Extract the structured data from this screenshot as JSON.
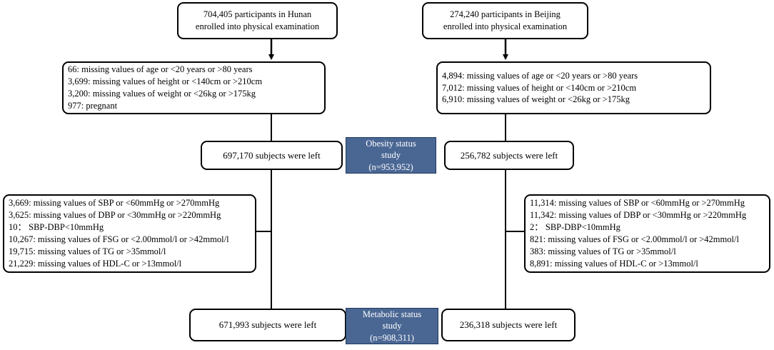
{
  "hunan": {
    "enrolled": [
      "704,405 participants in Hunan",
      "enrolled into physical examination"
    ],
    "exclusions_anthro": [
      "66: missing values of  age or <20 years or >80 years",
      "3,699: missing values of height or <140cm or >210cm",
      "3,200: missing values of weight or <26kg or >175kg",
      "977: pregnant"
    ],
    "left_after_anthro": "697,170 subjects were left",
    "exclusions_metabolic": [
      "3,669: missing values of SBP or  <60mmHg or >270mmHg",
      "3,625: missing values of DBP or  <30mmHg or >220mmHg",
      "10：  SBP-DBP<10mmHg",
      "10,267: missing values of FSG or  <2.00mmol/l or >42mmol/l",
      "19,715: missing values of TG or >35mmol/l",
      "21,229: missing values of HDL-C or >13mmol/l"
    ],
    "left_after_metabolic": "671,993 subjects were left"
  },
  "beijing": {
    "enrolled": [
      "274,240 participants in Beijing",
      "enrolled into physical examination"
    ],
    "exclusions_anthro": [
      "4,894: missing values of  age or <20 years or >80 years",
      "7,012: missing values of height or <140cm or >210cm",
      "6,910: missing values of weight or <26kg or >175kg"
    ],
    "left_after_anthro": "256,782 subjects were left",
    "exclusions_metabolic": [
      "11,314: missing values of SBP or  <60mmHg or >270mmHg",
      "11,342: missing values of DBP or  <30mmHg or >220mmHg",
      "2：  SBP-DBP<10mmHg",
      "821: missing values of FSG or  <2.00mmol/l or >42mmol/l",
      "383: missing values of TG or >35mmol/l",
      "8,891: missing values of HDL-C or >13mmol/l"
    ],
    "left_after_metabolic": "236,318 subjects were left"
  },
  "obesity_study": [
    "Obesity status",
    "study",
    "(n=953,952)"
  ],
  "metabolic_study": [
    "Metabolic status",
    "study",
    "(n=908,311)"
  ],
  "colors": {
    "study_box_fill": "#4a6794",
    "study_box_border": "#1f3a5f",
    "line": "#000000"
  }
}
